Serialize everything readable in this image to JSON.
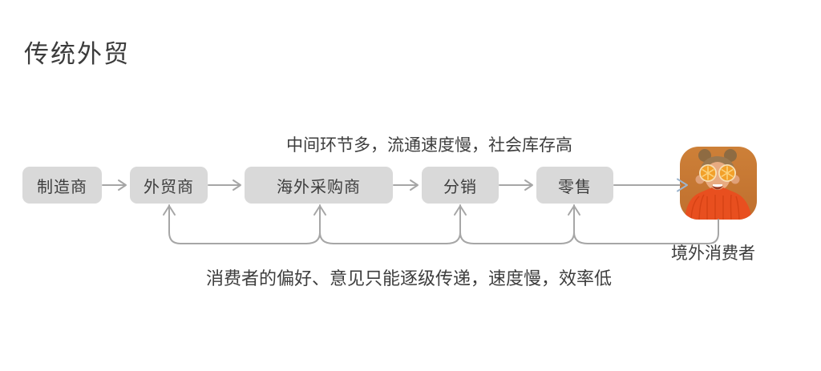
{
  "title": "传统外贸",
  "annotations": {
    "top": "中间环节多，流通速度慢，社会库存高",
    "bottom": "消费者的偏好、意见只能逐级传递，速度慢，效率低"
  },
  "flow": {
    "nodes": [
      {
        "label": "制造商"
      },
      {
        "label": "外贸商"
      },
      {
        "label": "海外采购商"
      },
      {
        "label": "分销"
      },
      {
        "label": "零售"
      }
    ],
    "consumer": {
      "label": "境外消费者",
      "photo_description": "woman-with-orange-slices-over-eyes"
    },
    "direction_forward": "制造商 → 外贸商 → 海外采购商 → 分销 → 零售 → 境外消费者",
    "direction_feedback": "境外消费者 → 零售 / 分销 / 海外采购商 / 外贸商"
  },
  "colors": {
    "node_fill": "#d9d9d9",
    "node_text": "#3d3d3d",
    "connector_gray": "#a6a6a6",
    "final_arrowhead_blue": "#9db4cc",
    "title_text": "#3c3c3c",
    "photo_background_orange": "#c87c35",
    "photo_sweater_orange": "#e84f1f"
  }
}
